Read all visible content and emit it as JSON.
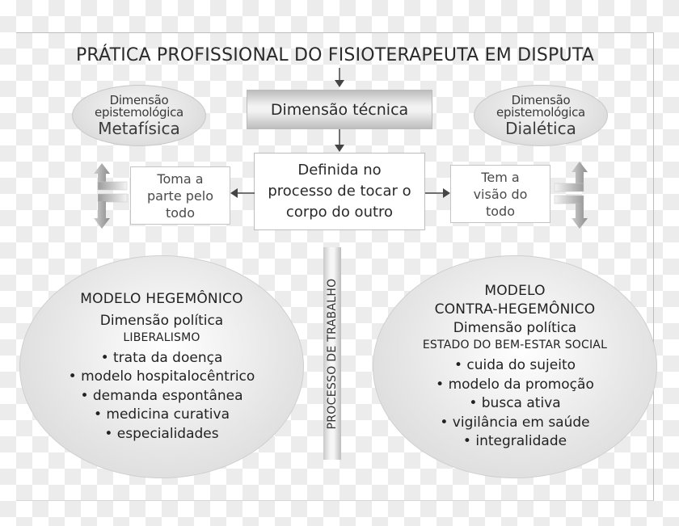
{
  "title": "PRÁTICA PROFISSIONAL DO FISIOTERAPEUTA EM DISPUTA",
  "left_epistemology": {
    "line1": "Dimensão",
    "line2": "epistemológica",
    "line3": "Metafísica"
  },
  "right_epistemology": {
    "line1": "Dimensão",
    "line2": "epistemológica",
    "line3": "Dialética"
  },
  "technical_dimension": "Dimensão técnica",
  "definition": {
    "line1": "Definida no",
    "line2": "processo de tocar o",
    "line3": "corpo do outro"
  },
  "left_view": {
    "line1": "Toma a",
    "line2": "parte pelo",
    "line3": "todo"
  },
  "right_view": {
    "line1": "Tem a",
    "line2": "visão do",
    "line3": "todo"
  },
  "work_process": "PROCESSO DE TRABALHO",
  "hegemonic_model": {
    "heading": "MODELO HEGEMÔNICO",
    "political_dimension": "Dimensão política",
    "ideology": "LIBERALISMO",
    "items": [
      "trata da doença",
      "modelo hospitalocêntrico",
      "demanda espontânea",
      "medicina curativa",
      "especialidades"
    ]
  },
  "counter_hegemonic_model": {
    "heading_line1": "MODELO",
    "heading_line2": "CONTRA-HEGEMÔNICO",
    "political_dimension": "Dimensão política",
    "ideology": "ESTADO DO BEM-ESTAR SOCIAL",
    "items": [
      "cuida do sujeito",
      "modelo da promoção",
      "busca ativa",
      "vigilância em saúde",
      "integralidade"
    ]
  },
  "colors": {
    "background_checker": "#ececec",
    "frame_border": "#bdbdbd",
    "arrow": "#444444",
    "shaded_arrow": "#a8a8a8"
  }
}
